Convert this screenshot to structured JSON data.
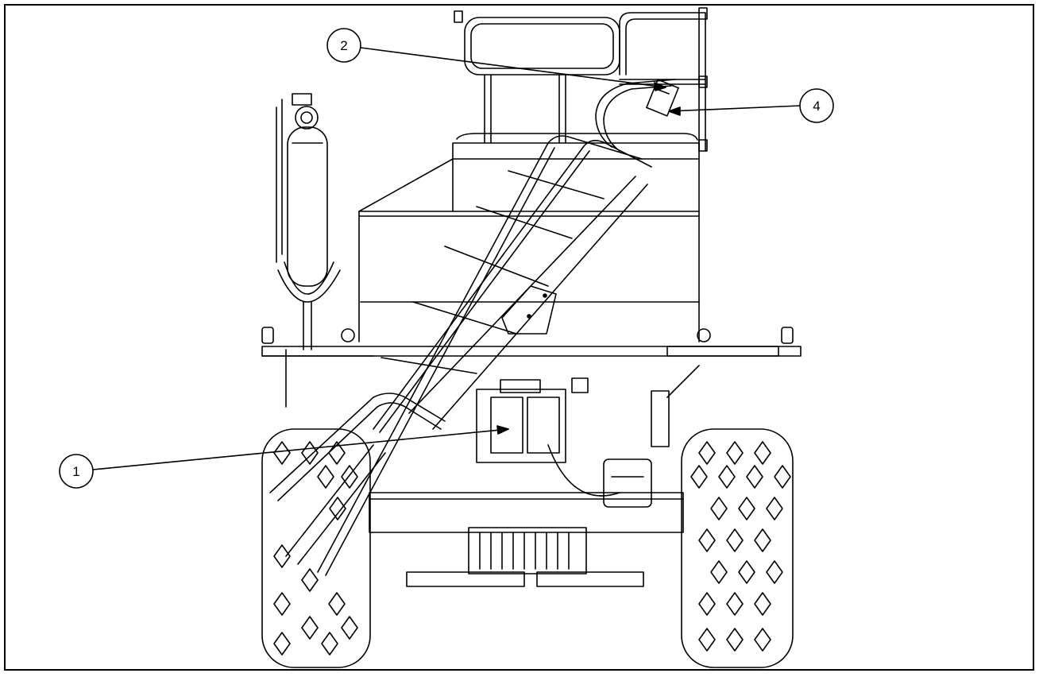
{
  "callouts": [
    {
      "number": "1",
      "part": "lower-component"
    },
    {
      "number": "2",
      "part": "handrail-bracket"
    },
    {
      "number": "4",
      "part": "handrail-latch"
    }
  ],
  "colors": {
    "line": "#000000",
    "background": "#ffffff"
  }
}
